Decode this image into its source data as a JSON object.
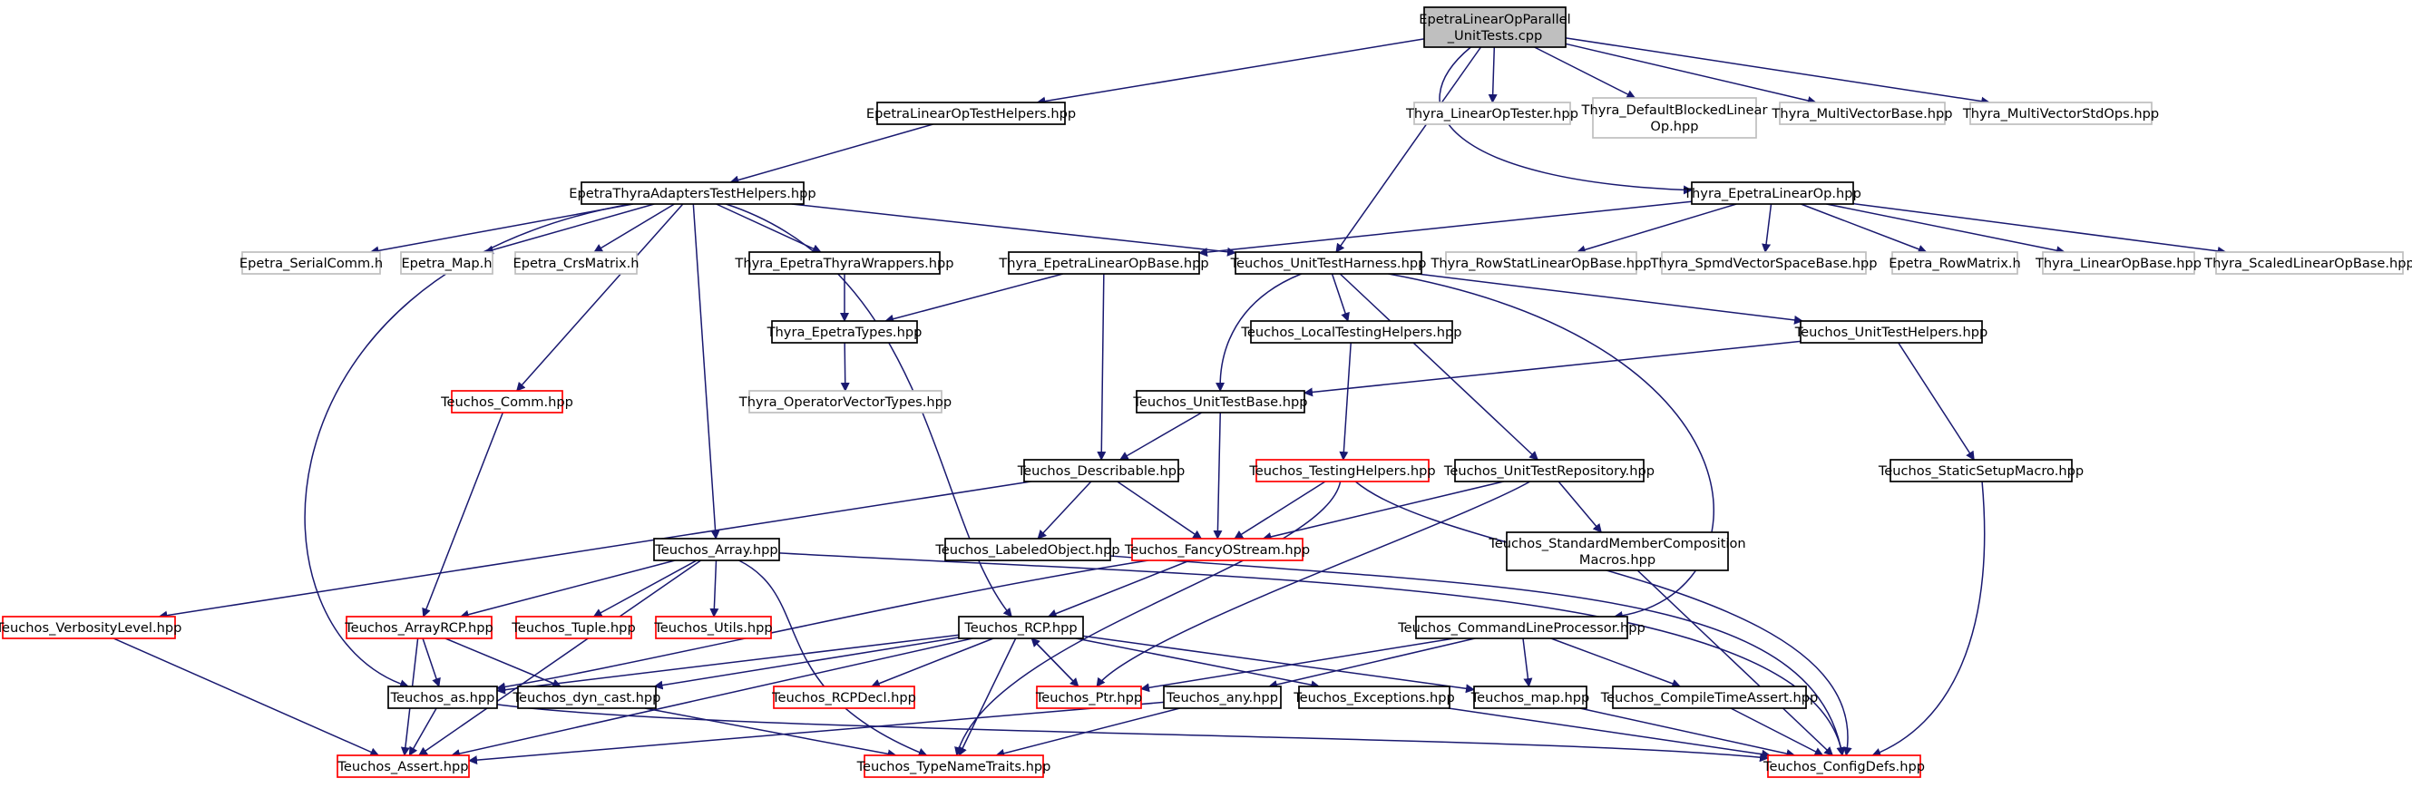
{
  "colors": {
    "edge": "#191970",
    "root_fill": "#bfbfbf",
    "local_border": "#000000",
    "external_border": "#bfbfbf",
    "truncated_border": "#ff0000",
    "text": "#000000"
  },
  "nodes": [
    {
      "id": "root",
      "lines": [
        "EpetraLinearOpParallel",
        "_UnitTests.cpp"
      ],
      "kind": "root"
    },
    {
      "id": "elot",
      "lines": [
        "EpetraLinearOpTestHelpers.hpp"
      ],
      "kind": "local"
    },
    {
      "id": "lot",
      "lines": [
        "Thyra_LinearOpTester.hpp"
      ],
      "kind": "external"
    },
    {
      "id": "dblo",
      "lines": [
        "Thyra_DefaultBlockedLinear",
        "Op.hpp"
      ],
      "kind": "external"
    },
    {
      "id": "mvb",
      "lines": [
        "Thyra_MultiVectorBase.hpp"
      ],
      "kind": "external"
    },
    {
      "id": "mvso",
      "lines": [
        "Thyra_MultiVectorStdOps.hpp"
      ],
      "kind": "external"
    },
    {
      "id": "etat",
      "lines": [
        "EpetraThyraAdaptersTestHelpers.hpp"
      ],
      "kind": "local"
    },
    {
      "id": "telo",
      "lines": [
        "Thyra_EpetraLinearOp.hpp"
      ],
      "kind": "local"
    },
    {
      "id": "esc",
      "lines": [
        "Epetra_SerialComm.h"
      ],
      "kind": "external"
    },
    {
      "id": "emap",
      "lines": [
        "Epetra_Map.h"
      ],
      "kind": "external"
    },
    {
      "id": "ecrs",
      "lines": [
        "Epetra_CrsMatrix.h"
      ],
      "kind": "external"
    },
    {
      "id": "tetw",
      "lines": [
        "Thyra_EpetraThyraWrappers.hpp"
      ],
      "kind": "local"
    },
    {
      "id": "telob",
      "lines": [
        "Thyra_EpetraLinearOpBase.hpp"
      ],
      "kind": "local"
    },
    {
      "id": "uth",
      "lines": [
        "Teuchos_UnitTestHarness.hpp"
      ],
      "kind": "local"
    },
    {
      "id": "rslob",
      "lines": [
        "Thyra_RowStatLinearOpBase.hpp"
      ],
      "kind": "external"
    },
    {
      "id": "svsb",
      "lines": [
        "Thyra_SpmdVectorSpaceBase.hpp"
      ],
      "kind": "external"
    },
    {
      "id": "erm",
      "lines": [
        "Epetra_RowMatrix.h"
      ],
      "kind": "external"
    },
    {
      "id": "lob",
      "lines": [
        "Thyra_LinearOpBase.hpp"
      ],
      "kind": "external"
    },
    {
      "id": "slob",
      "lines": [
        "Thyra_ScaledLinearOpBase.hpp"
      ],
      "kind": "external"
    },
    {
      "id": "tet",
      "lines": [
        "Thyra_EpetraTypes.hpp"
      ],
      "kind": "local"
    },
    {
      "id": "ltest",
      "lines": [
        "Teuchos_LocalTestingHelpers.hpp"
      ],
      "kind": "local"
    },
    {
      "id": "uthelp",
      "lines": [
        "Teuchos_UnitTestHelpers.hpp"
      ],
      "kind": "local"
    },
    {
      "id": "comm",
      "lines": [
        "Teuchos_Comm.hpp"
      ],
      "kind": "truncated"
    },
    {
      "id": "ovt",
      "lines": [
        "Thyra_OperatorVectorTypes.hpp"
      ],
      "kind": "external"
    },
    {
      "id": "utb",
      "lines": [
        "Teuchos_UnitTestBase.hpp"
      ],
      "kind": "local"
    },
    {
      "id": "desc",
      "lines": [
        "Teuchos_Describable.hpp"
      ],
      "kind": "local"
    },
    {
      "id": "th",
      "lines": [
        "Teuchos_TestingHelpers.hpp"
      ],
      "kind": "truncated"
    },
    {
      "id": "utr",
      "lines": [
        "Teuchos_UnitTestRepository.hpp"
      ],
      "kind": "local"
    },
    {
      "id": "ssm",
      "lines": [
        "Teuchos_StaticSetupMacro.hpp"
      ],
      "kind": "local"
    },
    {
      "id": "arr",
      "lines": [
        "Teuchos_Array.hpp"
      ],
      "kind": "local"
    },
    {
      "id": "lab",
      "lines": [
        "Teuchos_LabeledObject.hpp"
      ],
      "kind": "local"
    },
    {
      "id": "fos",
      "lines": [
        "Teuchos_FancyOStream.hpp"
      ],
      "kind": "truncated"
    },
    {
      "id": "smc",
      "lines": [
        "Teuchos_StandardMemberComposition",
        "Macros.hpp"
      ],
      "kind": "local"
    },
    {
      "id": "verb",
      "lines": [
        "Teuchos_VerbosityLevel.hpp"
      ],
      "kind": "truncated"
    },
    {
      "id": "arcp",
      "lines": [
        "Teuchos_ArrayRCP.hpp"
      ],
      "kind": "truncated"
    },
    {
      "id": "tup",
      "lines": [
        "Teuchos_Tuple.hpp"
      ],
      "kind": "truncated"
    },
    {
      "id": "utils",
      "lines": [
        "Teuchos_Utils.hpp"
      ],
      "kind": "truncated"
    },
    {
      "id": "rcp",
      "lines": [
        "Teuchos_RCP.hpp"
      ],
      "kind": "local"
    },
    {
      "id": "clp",
      "lines": [
        "Teuchos_CommandLineProcessor.hpp"
      ],
      "kind": "local"
    },
    {
      "id": "as",
      "lines": [
        "Teuchos_as.hpp"
      ],
      "kind": "local"
    },
    {
      "id": "dyn",
      "lines": [
        "Teuchos_dyn_cast.hpp"
      ],
      "kind": "local"
    },
    {
      "id": "rcpdecl",
      "lines": [
        "Teuchos_RCPDecl.hpp"
      ],
      "kind": "truncated"
    },
    {
      "id": "ptr",
      "lines": [
        "Teuchos_Ptr.hpp"
      ],
      "kind": "truncated"
    },
    {
      "id": "any",
      "lines": [
        "Teuchos_any.hpp"
      ],
      "kind": "local"
    },
    {
      "id": "exc",
      "lines": [
        "Teuchos_Exceptions.hpp"
      ],
      "kind": "local"
    },
    {
      "id": "map",
      "lines": [
        "Teuchos_map.hpp"
      ],
      "kind": "local"
    },
    {
      "id": "cta",
      "lines": [
        "Teuchos_CompileTimeAssert.hpp"
      ],
      "kind": "local"
    },
    {
      "id": "assert",
      "lines": [
        "Teuchos_Assert.hpp"
      ],
      "kind": "truncated"
    },
    {
      "id": "tnt",
      "lines": [
        "Teuchos_TypeNameTraits.hpp"
      ],
      "kind": "truncated"
    },
    {
      "id": "cfg",
      "lines": [
        "Teuchos_ConfigDefs.hpp"
      ],
      "kind": "truncated"
    }
  ]
}
